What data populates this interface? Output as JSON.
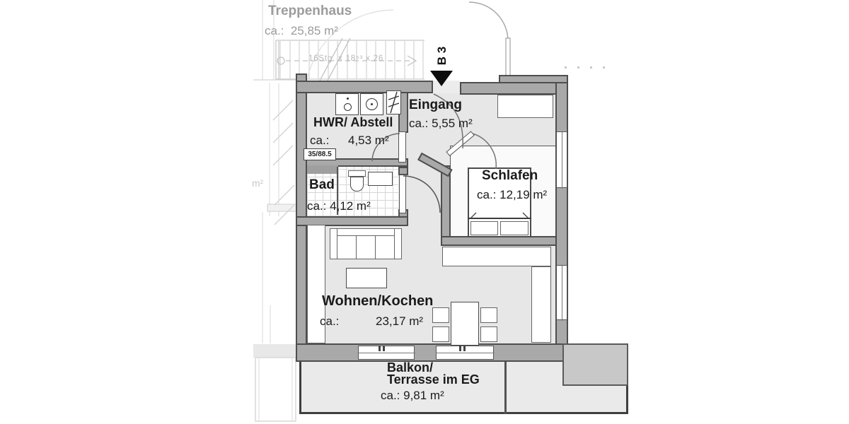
{
  "plan": {
    "treppenhaus": {
      "name": "Treppenhaus",
      "area": "ca.:  25,85 m²",
      "stair_note": "16Stg. x 18⁶³ x 26"
    },
    "unit_marker": "B 3",
    "hwr": {
      "name": "HWR/ Abstell",
      "area_prefix": "ca.:",
      "area_value": "4,53 m²"
    },
    "eingang": {
      "name": "Eingang",
      "area": "ca.: 5,55 m²"
    },
    "bad": {
      "name": "Bad",
      "area": "ca.: 4,12 m²"
    },
    "schlafen": {
      "name": "Schlafen",
      "area": "ca.: 12,19 m²"
    },
    "wohnen": {
      "name": "Wohnen/Kochen",
      "area_prefix": "ca.:",
      "area_value": "23,17 m²"
    },
    "balkon": {
      "name_line1": "Balkon/",
      "name_line2": "Terrasse im EG",
      "area": "ca.: 9,81 m²"
    },
    "door_label": "35/88.5",
    "neighbor_area_fragment": "m²"
  },
  "colors": {
    "wall": "#a9a9a9",
    "wall_outline": "#4e4e4e",
    "floor": "#e7e7e7",
    "room_white": "#fafafa",
    "balcony": "#eaeaea",
    "text_dark": "#1b1b1b",
    "text_gray": "#9c9c9c",
    "marker": "#0d0d0d",
    "tile_line": "#d6d6d6"
  }
}
